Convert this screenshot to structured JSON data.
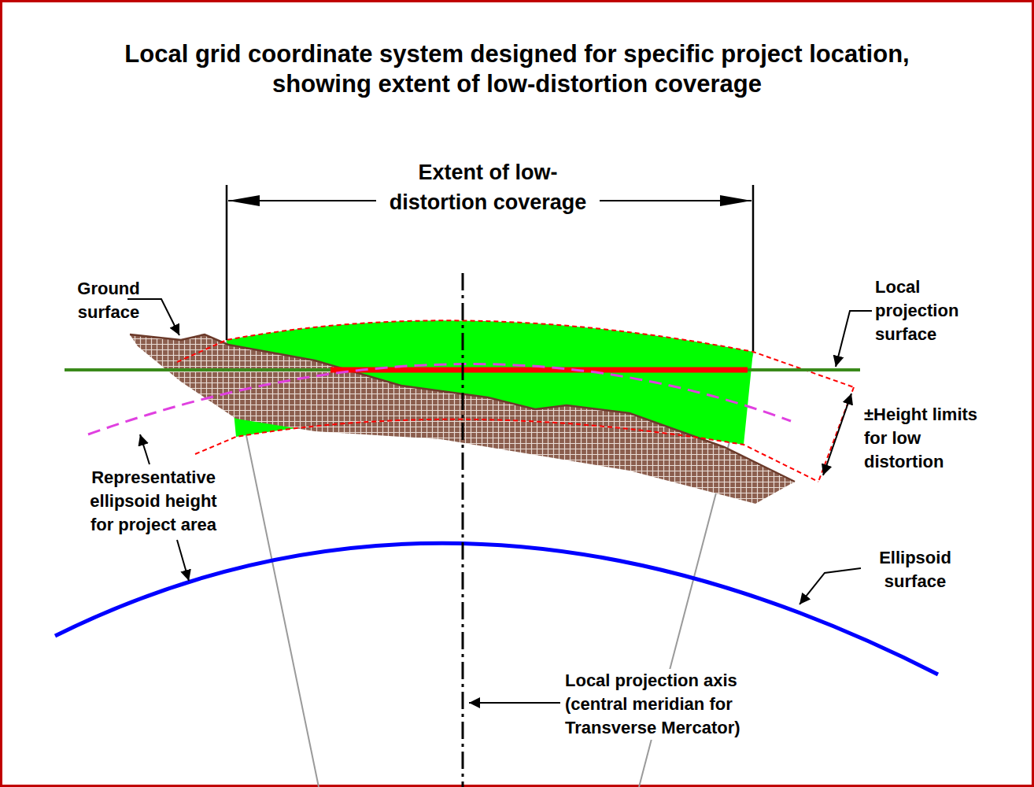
{
  "diagram": {
    "title": "Local grid coordinate system designed for specific project location, showing extent of low-distortion coverage",
    "labels": [
      "Extent of low-distortion coverage",
      "Ground surface",
      "Local projection surface",
      "±Height limits for low distortion",
      "Representative ellipsoid height for project area",
      "Ellipsoid surface",
      "Local projection axis (central meridian for Transverse Mercator)"
    ]
  }
}
